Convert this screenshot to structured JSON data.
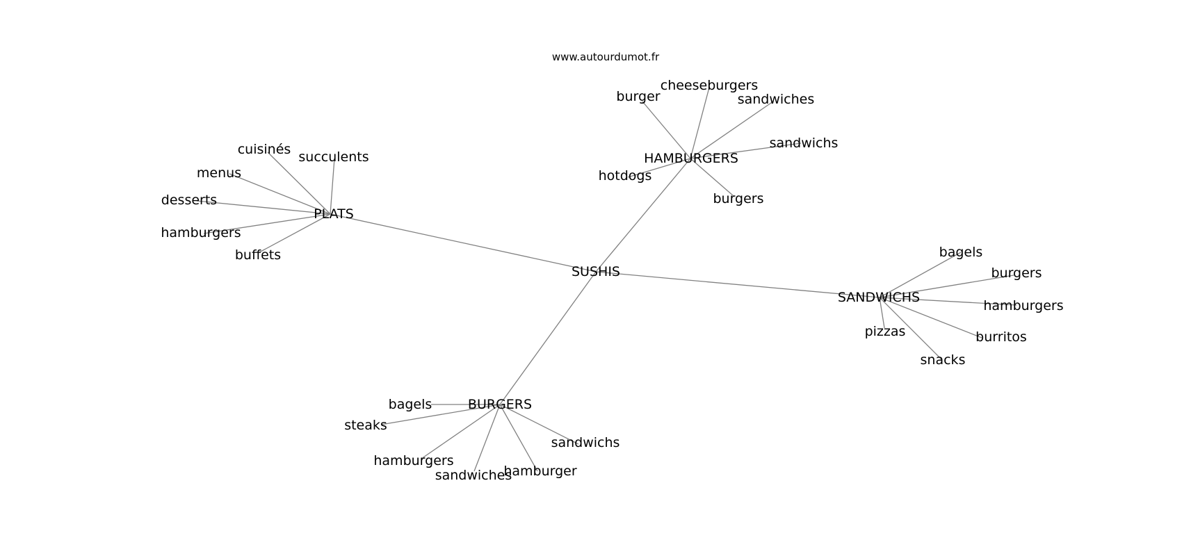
{
  "source": "www.autourdumot.fr",
  "center": "SUSHIS",
  "clusters": [
    {
      "hub": "PLATS",
      "leaves": [
        "cuisinés",
        "succulents",
        "menus",
        "desserts",
        "hamburgers",
        "buffets"
      ]
    },
    {
      "hub": "HAMBURGERS",
      "leaves": [
        "burger",
        "cheeseburgers",
        "sandwiches",
        "sandwichs",
        "hotdogs",
        "burgers"
      ]
    },
    {
      "hub": "SANDWICHS",
      "leaves": [
        "bagels",
        "burgers",
        "hamburgers",
        "burritos",
        "pizzas",
        "snacks"
      ]
    },
    {
      "hub": "BURGERS",
      "leaves": [
        "bagels",
        "steaks",
        "hamburgers",
        "sandwiches",
        "hamburger",
        "sandwichs"
      ]
    }
  ]
}
